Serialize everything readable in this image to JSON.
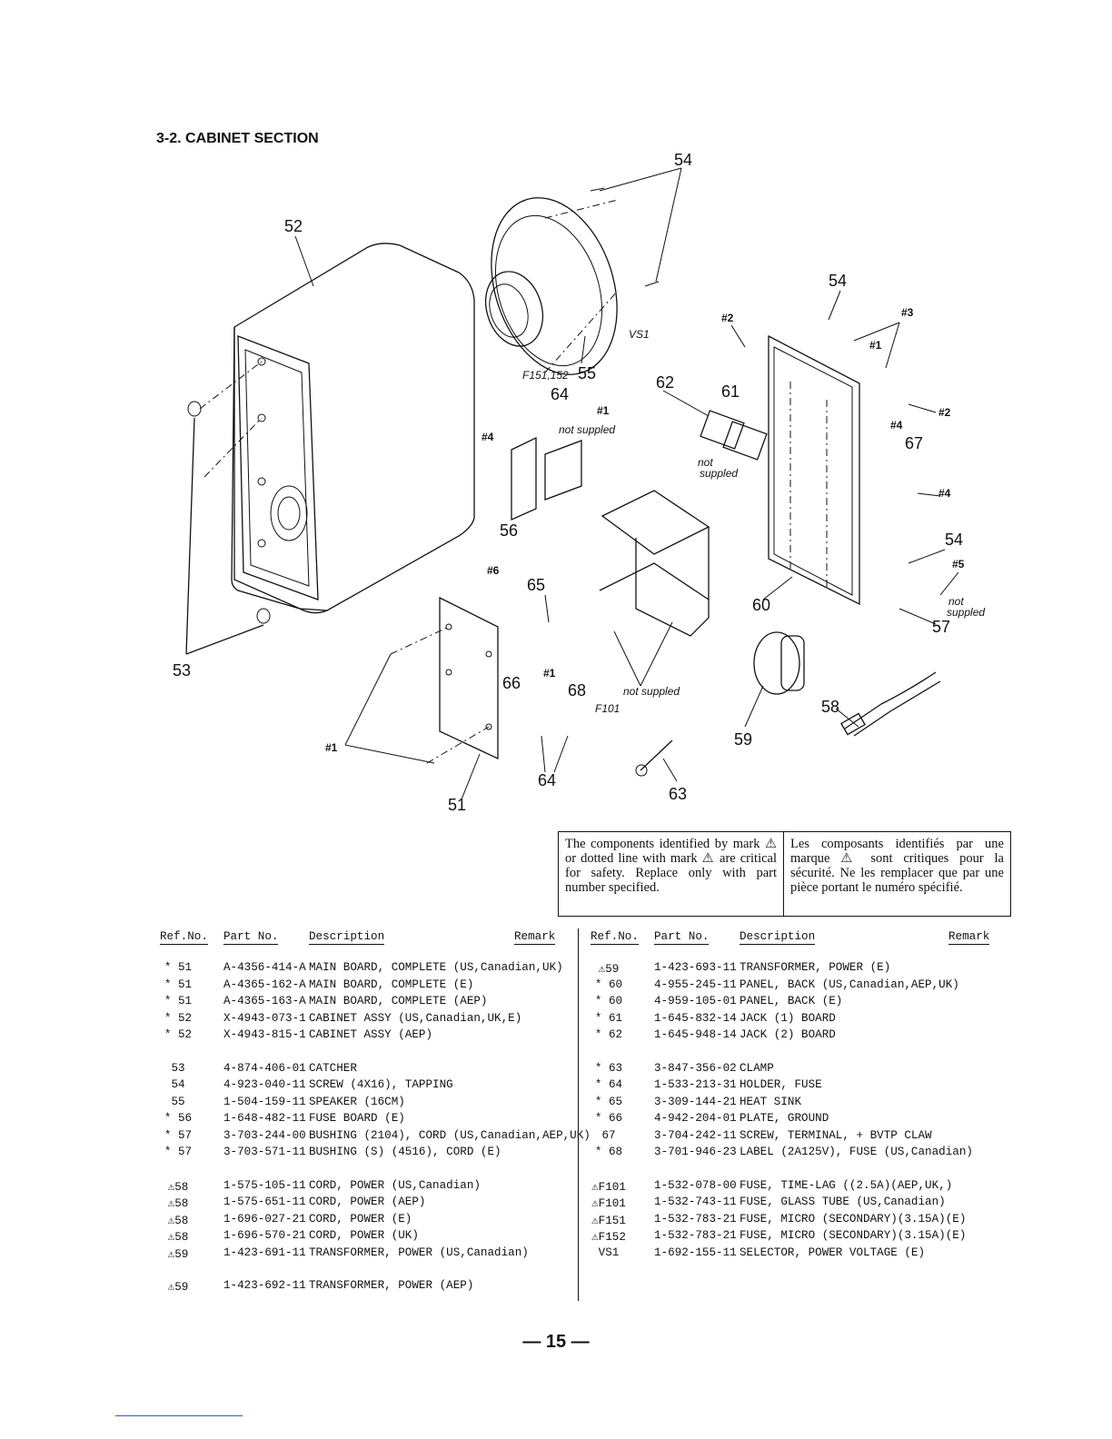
{
  "section_title": "3-2. CABINET SECTION",
  "diagram": {
    "callouts": [
      "54",
      "52",
      "54",
      "#2",
      "#3",
      "#1",
      "VS1",
      "F151,152",
      "55",
      "62",
      "61",
      "64",
      "#1",
      "not suppled",
      "#2",
      "#4",
      "67",
      "#4",
      "not suppled",
      "56",
      "#4",
      "54",
      "#6",
      "65",
      "#5",
      "not suppled",
      "60",
      "57",
      "53",
      "#1",
      "66",
      "68",
      "not suppled",
      "F101",
      "58",
      "59",
      "#1",
      "64",
      "63",
      "51"
    ]
  },
  "safety": {
    "en": "The components identified by mark ⚠ or dotted line with mark ⚠ are critical for safety. Replace only with part number specified.",
    "fr": "Les composants identifiés par une marque ⚠ sont critiques pour la sécurité. Ne les remplacer que par une pièce portant le numéro spécifié."
  },
  "parts_header": {
    "ref": "Ref.No.",
    "part": "Part No.",
    "desc": "Description",
    "remark": "Remark"
  },
  "parts_left": [
    [
      [
        "* 51",
        "A-4356-414-A",
        "MAIN BOARD, COMPLETE (US,Canadian,UK)"
      ],
      [
        "* 51",
        "A-4365-162-A",
        "MAIN BOARD, COMPLETE (E)"
      ],
      [
        "* 51",
        "A-4365-163-A",
        "MAIN BOARD, COMPLETE (AEP)"
      ],
      [
        "* 52",
        "X-4943-073-1",
        "CABINET ASSY (US,Canadian,UK,E)"
      ],
      [
        "* 52",
        "X-4943-815-1",
        "CABINET ASSY (AEP)"
      ]
    ],
    [
      [
        "53",
        "4-874-406-01",
        "CATCHER"
      ],
      [
        "54",
        "4-923-040-11",
        "SCREW (4X16), TAPPING"
      ],
      [
        "55",
        "1-504-159-11",
        "SPEAKER (16CM)"
      ],
      [
        "* 56",
        "1-648-482-11",
        "FUSE BOARD (E)"
      ],
      [
        "* 57",
        "3-703-244-00",
        "BUSHING (2104), CORD (US,Canadian,AEP,UK)"
      ],
      [
        "* 57",
        "3-703-571-11",
        "BUSHING (S) (4516), CORD (E)"
      ]
    ],
    [
      [
        "⚠58",
        "1-575-105-11",
        "CORD, POWER (US,Canadian)"
      ],
      [
        "⚠58",
        "1-575-651-11",
        "CORD, POWER (AEP)"
      ],
      [
        "⚠58",
        "1-696-027-21",
        "CORD, POWER (E)"
      ],
      [
        "⚠58",
        "1-696-570-21",
        "CORD, POWER (UK)"
      ],
      [
        "⚠59",
        "1-423-691-11",
        "TRANSFORMER, POWER (US,Canadian)"
      ]
    ],
    [
      [
        "⚠59",
        "1-423-692-11",
        "TRANSFORMER, POWER (AEP)"
      ]
    ]
  ],
  "parts_right": [
    [
      [
        "⚠59",
        "1-423-693-11",
        "TRANSFORMER, POWER (E)"
      ],
      [
        "* 60",
        "4-955-245-11",
        "PANEL, BACK (US,Canadian,AEP,UK)"
      ],
      [
        "* 60",
        "4-959-105-01",
        "PANEL, BACK (E)"
      ],
      [
        "* 61",
        "1-645-832-14",
        "JACK (1) BOARD"
      ],
      [
        "* 62",
        "1-645-948-14",
        "JACK (2) BOARD"
      ]
    ],
    [
      [
        "* 63",
        "3-847-356-02",
        "CLAMP"
      ],
      [
        "* 64",
        "1-533-213-31",
        "HOLDER, FUSE"
      ],
      [
        "* 65",
        "3-309-144-21",
        "HEAT SINK"
      ],
      [
        "* 66",
        "4-942-204-01",
        "PLATE, GROUND"
      ],
      [
        "67",
        "3-704-242-11",
        "SCREW, TERMINAL, + BVTP CLAW"
      ],
      [
        "* 68",
        "3-701-946-23",
        "LABEL (2A125V), FUSE (US,Canadian)"
      ]
    ],
    [
      [
        "⚠F101",
        "1-532-078-00",
        "FUSE, TIME-LAG ((2.5A)(AEP,UK,)"
      ],
      [
        "⚠F101",
        "1-532-743-11",
        "FUSE, GLASS TUBE (US,Canadian)"
      ],
      [
        "⚠F151",
        "1-532-783-21",
        "FUSE, MICRO (SECONDARY)(3.15A)(E)"
      ],
      [
        "⚠F152",
        "1-532-783-21",
        "FUSE, MICRO (SECONDARY)(3.15A)(E)"
      ],
      [
        "VS1",
        "1-692-155-11",
        "SELECTOR, POWER VOLTAGE (E)"
      ]
    ]
  ],
  "page_number": "— 15 —"
}
